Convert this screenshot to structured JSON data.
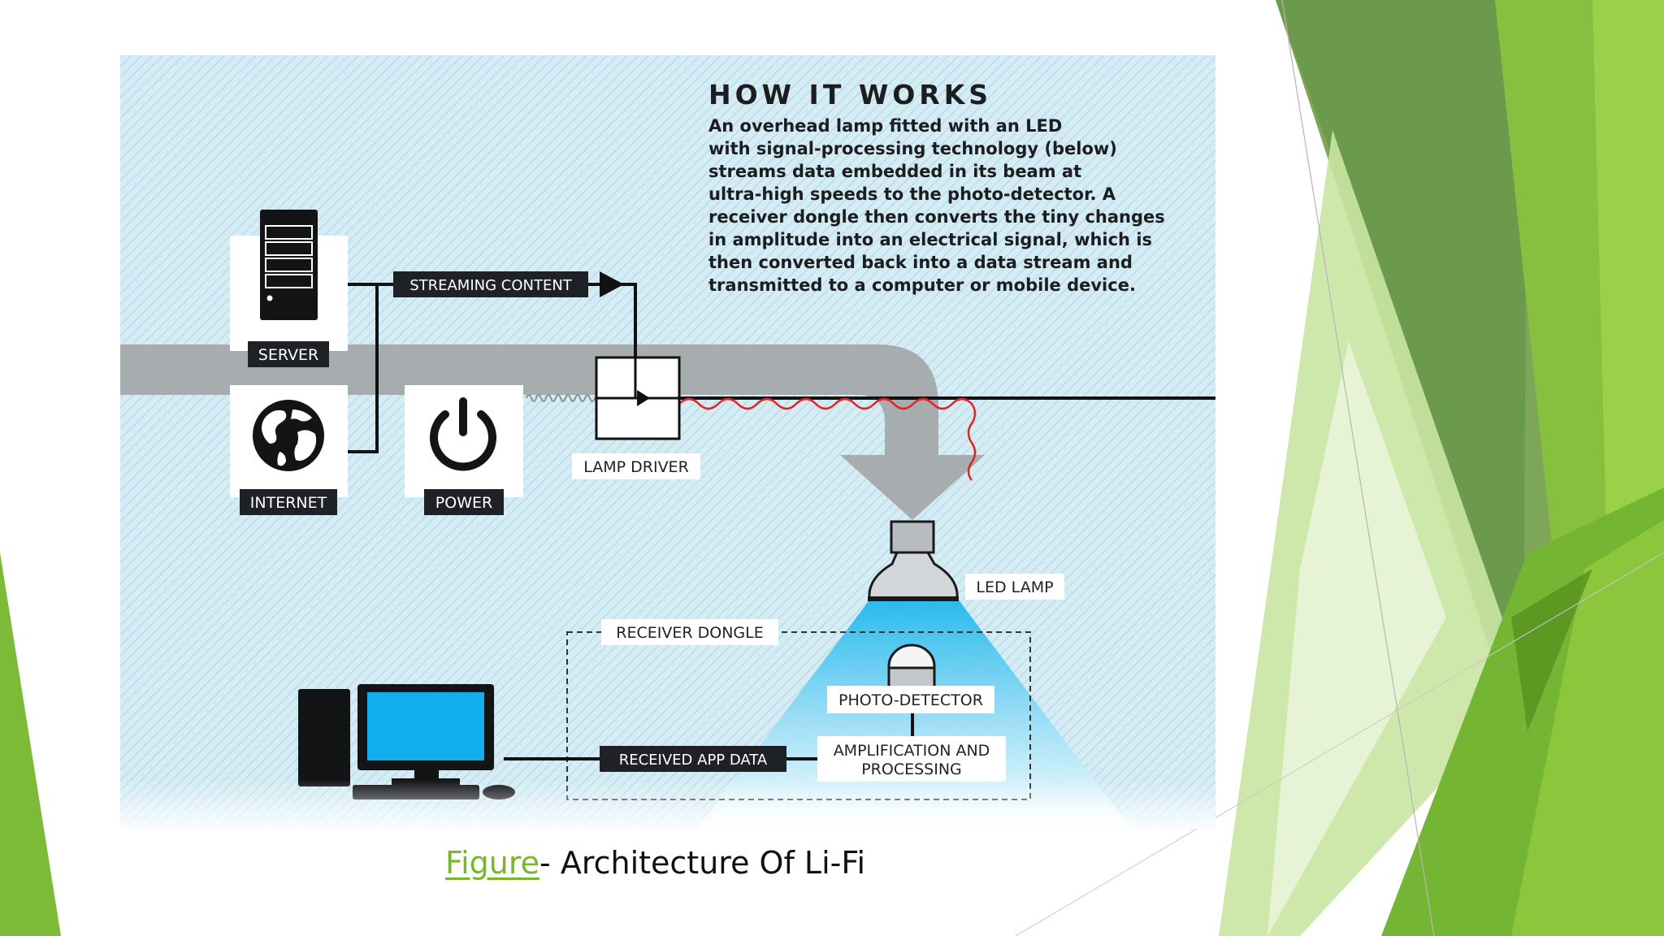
{
  "infographic": {
    "heading": "HOW IT WORKS",
    "description_lines": [
      "An overhead lamp fitted with an LED",
      "with signal-processing technology (below)",
      "streams data embedded in its beam at",
      "ultra-high speeds to the photo-detector. A",
      "receiver dongle then converts the tiny changes",
      "in amplitude into an electrical signal, which is",
      "then converted back into a data stream and",
      "transmitted to a computer or mobile device."
    ],
    "labels": {
      "server": "SERVER",
      "internet": "INTERNET",
      "power": "POWER",
      "streaming_content": "STREAMING CONTENT",
      "lamp_driver": "LAMP DRIVER",
      "led_lamp": "LED LAMP",
      "receiver_dongle": "RECEIVER DONGLE",
      "photo_detector": "PHOTO-DETECTOR",
      "amplification_line1": "AMPLIFICATION AND",
      "amplification_line2": "PROCESSING",
      "received_app_data": "RECEIVED APP DATA"
    },
    "icons": [
      "server-icon",
      "globe-icon",
      "power-icon",
      "led-lamp-icon",
      "photo-detector-icon",
      "computer-icon"
    ]
  },
  "caption": {
    "link_text": "Figure",
    "rest_text": "- Architecture Of Li-Fi"
  },
  "colors": {
    "accent_green": "#76b82a",
    "dark_green": "#4e8f22",
    "diagram_bg": "#d3ebf3",
    "label_dark": "#1e2226",
    "beam_blue": "#22b8ec",
    "signal_red": "#e32222",
    "monitor_blue": "#12aeee"
  }
}
